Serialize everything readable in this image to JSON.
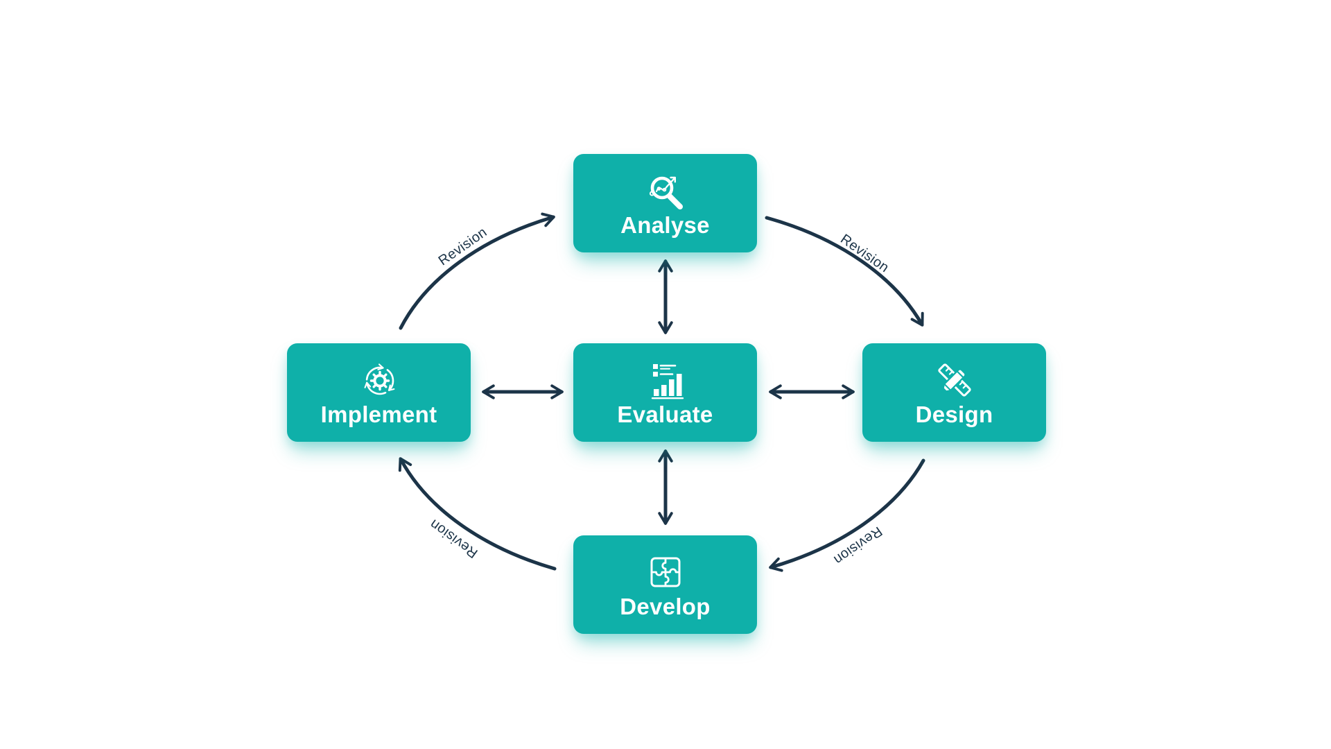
{
  "diagram": {
    "type": "cycle-flowchart",
    "model": "ADDIE",
    "colors": {
      "node_fill": "#0FB0A9",
      "node_text": "#FFFFFF",
      "arrow": "#1C3448",
      "edge_label_text": "#1C3448",
      "background": "#FFFFFF"
    }
  },
  "nodes": {
    "analyse": {
      "label": "Analyse",
      "icon": "magnifier-trend-icon",
      "position": "top-center"
    },
    "design": {
      "label": "Design",
      "icon": "ruler-pencil-icon",
      "position": "middle-right"
    },
    "develop": {
      "label": "Develop",
      "icon": "puzzle-icon",
      "position": "bottom-center"
    },
    "implement": {
      "label": "Implement",
      "icon": "gear-cycle-icon",
      "position": "middle-left"
    },
    "evaluate": {
      "label": "Evaluate",
      "icon": "bar-chart-icon",
      "position": "center"
    }
  },
  "edges": {
    "implement_to_analyse": {
      "label": "Revision",
      "style": "curved-arrow"
    },
    "analyse_to_design": {
      "label": "Revision",
      "style": "curved-arrow"
    },
    "design_to_develop": {
      "label": "Revision",
      "style": "curved-arrow"
    },
    "develop_to_implement": {
      "label": "Revision",
      "style": "curved-arrow"
    },
    "evaluate_analyse": {
      "label": "",
      "style": "double-arrow"
    },
    "evaluate_design": {
      "label": "",
      "style": "double-arrow"
    },
    "evaluate_develop": {
      "label": "",
      "style": "double-arrow"
    },
    "evaluate_implement": {
      "label": "",
      "style": "double-arrow"
    }
  }
}
